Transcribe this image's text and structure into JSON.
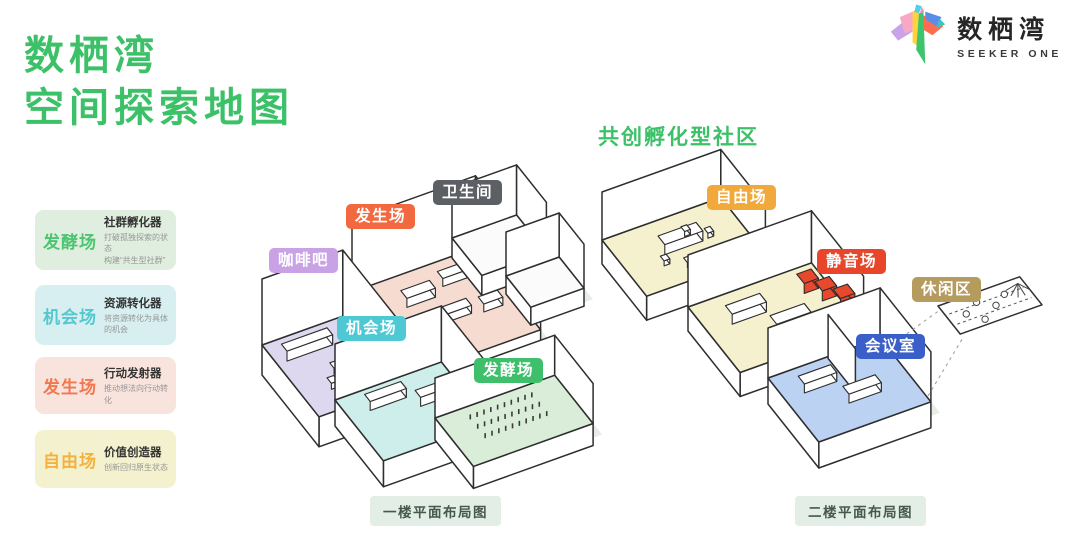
{
  "page": {
    "background": "#ffffff"
  },
  "header": {
    "title_line1": "数栖湾",
    "title_line2": "空间探索地图",
    "title_color": "#3cc168"
  },
  "logo": {
    "name": "数栖湾",
    "subtitle": "SEEKER ONE",
    "name_color": "#262626",
    "subtitle_color": "#3a3a3a",
    "bird_colors": [
      "#c9a3ea",
      "#f7a8c4",
      "#ffd33e",
      "#3ec46e",
      "#4fd0e8",
      "#f593b8",
      "#fb6d4e",
      "#5a8de8",
      "#35c8c0"
    ]
  },
  "legend": {
    "items": [
      {
        "label": "发酵场",
        "label_color": "#4cc472",
        "bg": "#dfeede",
        "title": "社群孵化器",
        "desc1": "打破孤独探索的状态",
        "desc2": "构建“共生型社群”"
      },
      {
        "label": "机会场",
        "label_color": "#53c8ce",
        "bg": "#d7eff1",
        "title": "资源转化器",
        "desc1": "将资源转化为具体",
        "desc2": "的机会"
      },
      {
        "label": "发生场",
        "label_color": "#f2774e",
        "bg": "#f9e3dd",
        "title": "行动发射器",
        "desc1": "推动想法向行动转化",
        "desc2": ""
      },
      {
        "label": "自由场",
        "label_color": "#f5b13f",
        "bg": "#f4f2ce",
        "title": "价值创造器",
        "desc1": "创新回归原生状态",
        "desc2": ""
      }
    ]
  },
  "floor1": {
    "caption": "一楼平面布局图",
    "badges": [
      {
        "id": "toilet",
        "label": "卫生间",
        "bg": "#5c6065",
        "fg": "#ffffff"
      },
      {
        "id": "happening",
        "label": "发生场",
        "bg": "#f2683f",
        "fg": "#ffffff"
      },
      {
        "id": "cafe",
        "label": "咖啡吧",
        "bg": "#c9a2e5",
        "fg": "#ffffff"
      },
      {
        "id": "opportunity",
        "label": "机会场",
        "bg": "#4ec9d3",
        "fg": "#ffffff"
      },
      {
        "id": "fermentation",
        "label": "发酵场",
        "bg": "#3fbe6b",
        "fg": "#ffffff"
      }
    ],
    "room_colors": {
      "toilet": "#fbfbfb",
      "happening": "#f6dcd0",
      "cafe": "#ded7f0",
      "opportunity": "#cdeeea",
      "fermentation": "#d9edd9"
    }
  },
  "floor2": {
    "section_title": "共创孵化型社区",
    "section_color": "#3cc168",
    "caption": "二楼平面布局图",
    "badges": [
      {
        "id": "free",
        "label": "自由场",
        "bg": "#f2a93b",
        "fg": "#ffffff"
      },
      {
        "id": "quiet",
        "label": "静音场",
        "bg": "#e8462b",
        "fg": "#ffffff"
      },
      {
        "id": "lounge",
        "label": "休闲区",
        "bg": "#b59b5e",
        "fg": "#ffffff"
      },
      {
        "id": "meeting",
        "label": "会议室",
        "bg": "#3a5fc8",
        "fg": "#ffffff"
      }
    ],
    "room_colors": {
      "free": "#f5f0cd",
      "quiet": "#f5f0cd",
      "sofa": "#e8482b",
      "meeting": "#bcd2f2",
      "lounge": "#ffffff"
    }
  },
  "buttons": {
    "bg": "#e3efe6",
    "fg": "#47584d"
  }
}
